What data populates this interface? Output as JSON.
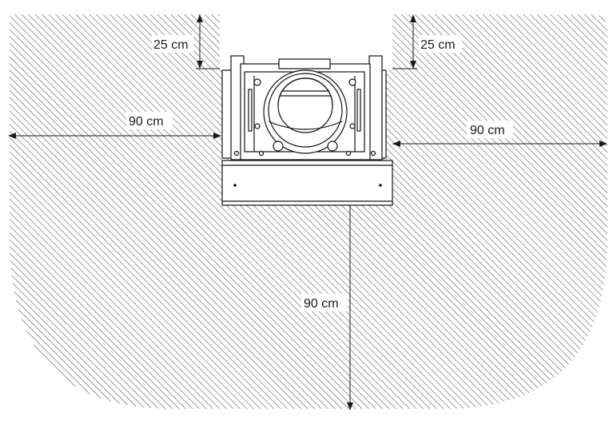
{
  "diagram": {
    "colors": {
      "hatch": "#6f6f6f",
      "line": "#1a1a1a",
      "stove_stroke": "#111111",
      "stove_fill": "#ffffff"
    },
    "dimensions": {
      "top_left": "25 cm",
      "top_right": "25 cm",
      "left": "90 cm",
      "right": "90 cm",
      "front": "90 cm"
    }
  }
}
